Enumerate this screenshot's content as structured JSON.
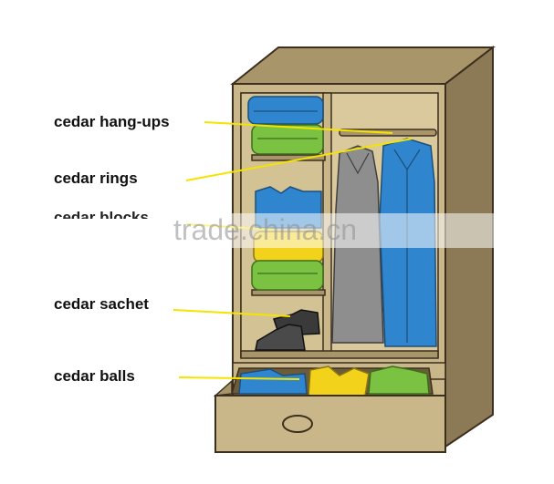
{
  "labels": {
    "hang_ups": "cedar hang-ups",
    "rings": "cedar rings",
    "blocks": "cedar blocks",
    "sachet": "cedar sachet",
    "balls": "cedar balls"
  },
  "watermark": "trade.china.cn",
  "colors": {
    "cabinet_outline": "#3c2f1f",
    "cabinet_body": "#c9b78a",
    "cabinet_side": "#8b7a55",
    "cabinet_top": "#a8966a",
    "leader_line": "#f5e400",
    "blue": "#2f86cf",
    "green": "#7cc242",
    "yellow": "#f3d21c",
    "coat_gray": "#8e8e8e",
    "shoe": "#3a3a3a"
  }
}
